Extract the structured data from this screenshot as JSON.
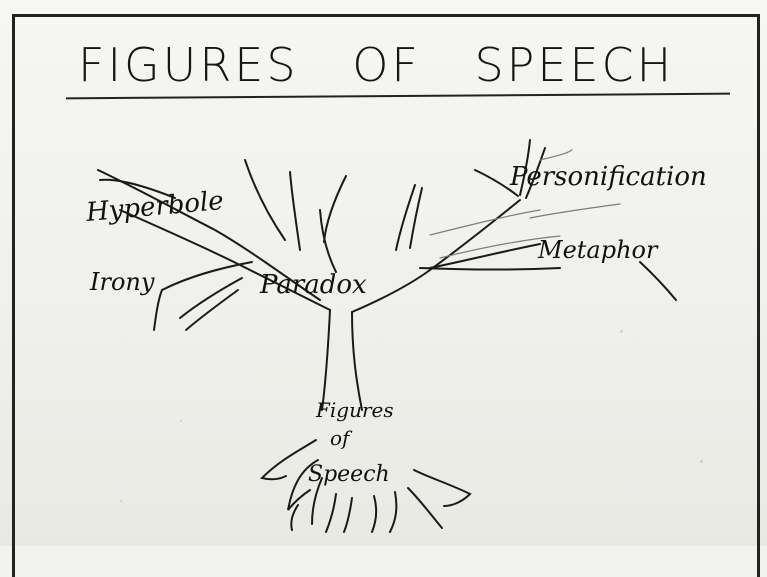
{
  "title": "FIGURES OF SPEECH",
  "labels": {
    "hyperbole": "Hyperbole",
    "irony": "Irony",
    "paradox": "Paradox",
    "personification": "Personification",
    "metaphor": "Metaphor",
    "trunk_line1": "Figures",
    "trunk_line2": "of",
    "trunk_line3": "Speech"
  },
  "colors": {
    "ink": "#1a1a1a",
    "paper": "#f2f2ef"
  }
}
